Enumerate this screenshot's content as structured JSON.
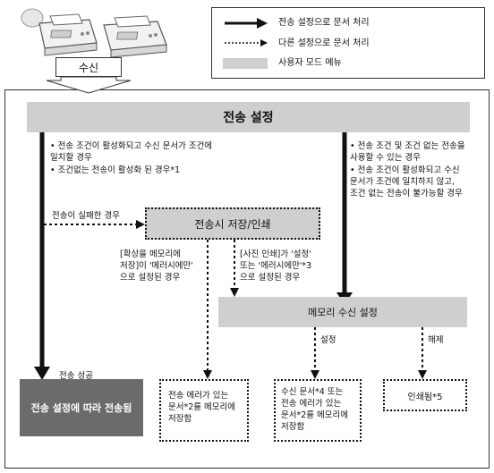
{
  "receive_label": "수신",
  "legend": {
    "solid": "전송 설정으로 문서 처리",
    "dotted": "다른 설정으로 문서 처리",
    "menu": "사용자 모드 메뉴"
  },
  "nodes": {
    "transfer_settings": "전송 설정",
    "print_store": "전송시 저장/인쇄",
    "memory_rx": "메모리 수신 설정",
    "forwarded": "전송 설정에 따라 전송됨",
    "stored_error": [
      "전송 에러가 있는",
      "문서*2를 메모리에",
      "저장함"
    ],
    "stored_rx": [
      "수신 문서*4 또는",
      "전송 에러가 있는",
      "문서*2를 메모리에",
      "저장함"
    ],
    "printed": "인쇄됨*5"
  },
  "conditions": {
    "left_1": [
      "• 전송 조건이 활성화되고 수신 문서가 조건에",
      "   일치할 경우"
    ],
    "left_2": "• 조건없는 전송이 활성화 된 경우*1",
    "right_1": [
      "• 전송 조건 및 조건 없는 전송을",
      "   사용할 수 있는 경우"
    ],
    "right_2": [
      "• 전송 조건이 활성화되고 수신",
      "   문서가 조건에 일치하지 않고,",
      "   조건 없는 전송이 불가능할 경우"
    ],
    "fail": "전송이 실패한 경우",
    "mem_only": [
      "[확상을 메모리에",
      "저장]이 '메러시에만'",
      "으로 설정된 경우"
    ],
    "photo_print": [
      "[사진 인쇄]가 '설정'",
      "또는 '에러시에만'*3",
      "으로 설정된 경우"
    ],
    "set": "설정",
    "release": "해제",
    "success": "전송 성공"
  }
}
